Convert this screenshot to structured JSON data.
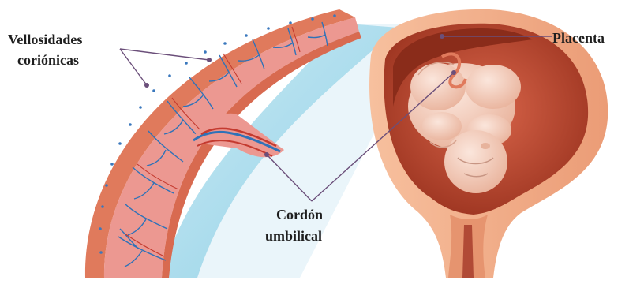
{
  "labels": {
    "villi_line1": "Vellosidades",
    "villi_line2": "coriónicas",
    "placenta": "Placenta",
    "cord_line1": "Cordón",
    "cord_line2": "umbilical"
  },
  "colors": {
    "background": "#ffffff",
    "wedge_background": "#e9f4f9",
    "amniotic_band": "#a8dceb",
    "placenta_tissue": "#e78a85",
    "placenta_edge": "#d86a50",
    "uterine_wall": "#f0a684",
    "uterine_cavity": "#b7432a",
    "fetus_skin": "#f6d6c6",
    "vessel_blue": "#2f72b8",
    "vessel_red": "#c43a2f",
    "leader_line": "#6b4f7a",
    "label_text": "#1e1e1e"
  },
  "icons": {
    "fetus": "fetus-illustration",
    "cord": "umbilical-cord-illustration"
  }
}
